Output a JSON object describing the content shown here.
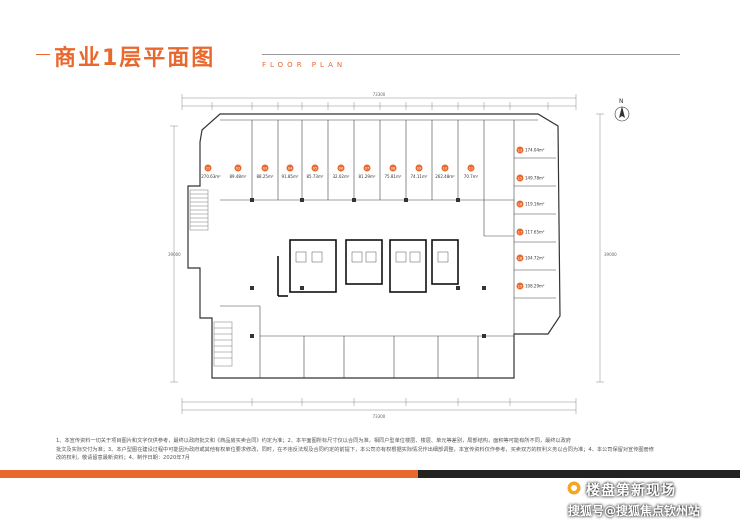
{
  "header": {
    "title": "商业1层平面图",
    "subtitle": "FLOOR PLAN"
  },
  "plan": {
    "north_label": "N",
    "units_top": [
      {
        "id": "22",
        "area": "270.63m²"
      },
      {
        "id": "02",
        "area": "89.48m²"
      },
      {
        "id": "03",
        "area": "88.25m²"
      },
      {
        "id": "04",
        "area": "91.85m²"
      },
      {
        "id": "05",
        "area": "85.73m²"
      },
      {
        "id": "06",
        "area": "32.02m²"
      },
      {
        "id": "07",
        "area": "81.29m²"
      },
      {
        "id": "08",
        "area": "75.81m²"
      },
      {
        "id": "09",
        "area": "74.11m²"
      },
      {
        "id": "10",
        "area": "262.48m²"
      },
      {
        "id": "12",
        "area": "70.7m²"
      }
    ],
    "units_right": [
      {
        "id": "13",
        "area": "174.04m²"
      },
      {
        "id": "15",
        "area": "149.78m²"
      },
      {
        "id": "16",
        "area": "119.16m²"
      },
      {
        "id": "17",
        "area": "117.65m²"
      },
      {
        "id": "18",
        "area": "104.72m²"
      },
      {
        "id": "19",
        "area": "108.29m²"
      }
    ],
    "dim_top_total": "73300",
    "dim_bottom_total": "73300",
    "dim_left": "39000",
    "dim_right": "39000"
  },
  "disclaimer": {
    "line1": "1、本宣传资料一切关于项目图片和文字仅供参考，最终以政府批文和《商品房买卖合同》约定为准；2、本平面图所标尺寸仅以合同为准，相同户型单位楼层、楼层、单元等差别，局部结构，面积等可能有所不同，最终以政府",
    "line2": "批文及实际交付为准；3、本户型图在建设过程中可能因为政府或其他有权单位要求修改，同时，在不违反法规及合同约定的前提下，本公司亦有权根据实际情况作出细部调整，本宣传资料仅作参考，买卖双方的权利义务以合同为准；4、本公司保留对宣传图册修",
    "line3": "改的权利，敬请留意最新资料；4、制作日期：2020年7月"
  },
  "watermark": {
    "line1": "楼盘第新现场",
    "line2": "搜狐号@搜狐焦点钦州站"
  },
  "colors": {
    "accent": "#e9682d",
    "dark": "#222222",
    "wall": "#333333"
  }
}
